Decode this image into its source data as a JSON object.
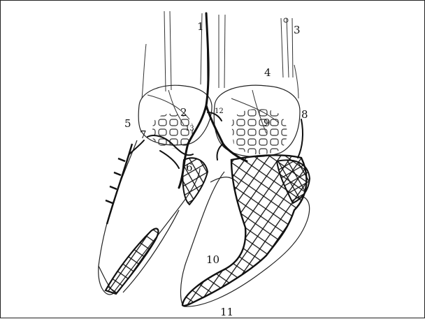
{
  "figure": {
    "labels": [
      "1",
      "2",
      "3",
      "4",
      "5",
      "6",
      "7",
      "8",
      "9",
      "10",
      "11",
      "12",
      "13"
    ]
  }
}
